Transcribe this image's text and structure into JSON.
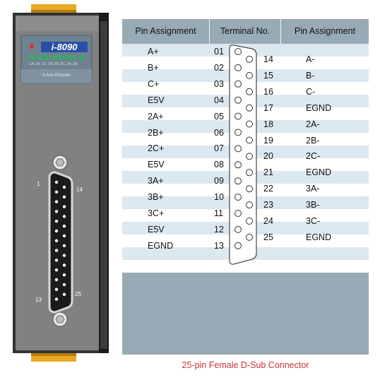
{
  "module": {
    "brand": "i-8090",
    "led_labels": "1A 1B 1C 2A 2B 2C 3A 3B",
    "subtitle": "3-Axis Encoder",
    "pin_label_1": "1",
    "pin_label_14": "14",
    "pin_label_13": "13",
    "pin_label_25": "25",
    "colors": {
      "body": "#7f8183",
      "panel": "#6e8291",
      "led_green": "#2fb05a",
      "led_red": "#e02a2a",
      "rail": "#e8a820"
    }
  },
  "table": {
    "headers": [
      "Pin Assignment",
      "Terminal No.",
      "Pin Assignment"
    ],
    "left": [
      {
        "name": "A+",
        "pin": "01"
      },
      {
        "name": "B+",
        "pin": "02"
      },
      {
        "name": "C+",
        "pin": "03"
      },
      {
        "name": "E5V",
        "pin": "04"
      },
      {
        "name": "2A+",
        "pin": "05"
      },
      {
        "name": "2B+",
        "pin": "06"
      },
      {
        "name": "2C+",
        "pin": "07"
      },
      {
        "name": "E5V",
        "pin": "08"
      },
      {
        "name": "3A+",
        "pin": "09"
      },
      {
        "name": "3B+",
        "pin": "10"
      },
      {
        "name": "3C+",
        "pin": "11"
      },
      {
        "name": "E5V",
        "pin": "12"
      },
      {
        "name": "EGND",
        "pin": "13"
      }
    ],
    "right": [
      {
        "pin": "14",
        "name": "A-"
      },
      {
        "pin": "15",
        "name": "B-"
      },
      {
        "pin": "16",
        "name": "C-"
      },
      {
        "pin": "17",
        "name": "EGND"
      },
      {
        "pin": "18",
        "name": "2A-"
      },
      {
        "pin": "19",
        "name": "2B-"
      },
      {
        "pin": "20",
        "name": "2C-"
      },
      {
        "pin": "21",
        "name": "EGND"
      },
      {
        "pin": "22",
        "name": "3A-"
      },
      {
        "pin": "23",
        "name": "3B-"
      },
      {
        "pin": "24",
        "name": "3C-"
      },
      {
        "pin": "25",
        "name": "EGND"
      }
    ],
    "colors": {
      "header": "#98aab5",
      "row_light": "#dce8ef",
      "row_white": "#ffffff"
    }
  },
  "caption": "25-pin Female D-Sub Connector"
}
